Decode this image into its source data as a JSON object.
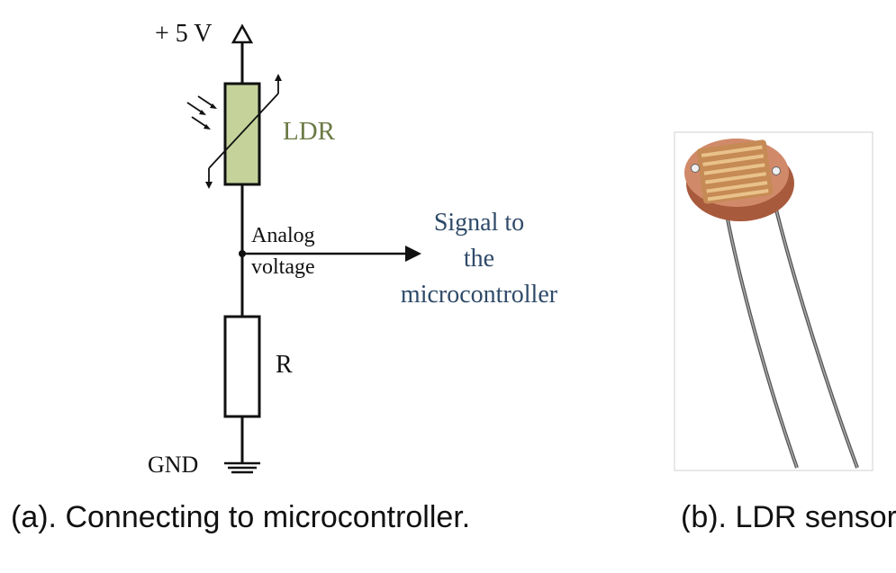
{
  "circuit": {
    "supply_label": "+ 5 V",
    "ldr_label": "LDR",
    "node_label_line1": "Analog",
    "node_label_line2": "voltage",
    "signal_line1": "Signal to",
    "signal_line2": "the",
    "signal_line3": "microcontroller",
    "resistor_label": "R",
    "ground_label": "GND"
  },
  "captions": {
    "a": "(a). Connecting to microcontroller.",
    "b": "(b). LDR sensor"
  },
  "colors": {
    "ldr_fill": "#c5d39a",
    "ldr_label": "#6b7a45",
    "signal_text": "#2f4a68",
    "line": "#111111",
    "ldr_body": "#c8765a"
  }
}
